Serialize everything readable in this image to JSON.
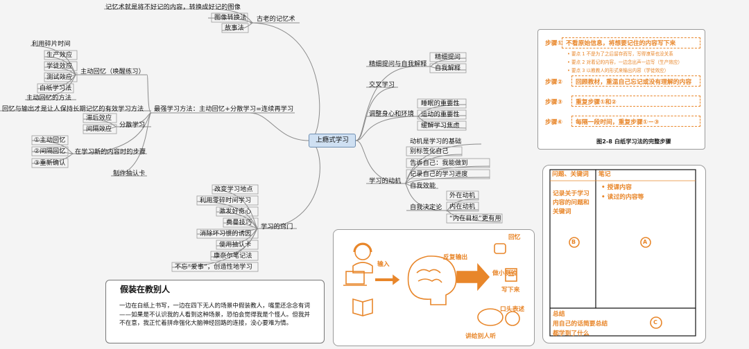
{
  "central": "上瘾式学习",
  "left": {
    "ancient": {
      "label": "古老的记忆术",
      "items": [
        "记忆术就是将不好记的内容，转换成好记的图像",
        "图像转换法",
        "故事法"
      ]
    },
    "strongest": {
      "label": "最强学习方法：主动回忆+分散学习=连续再学习",
      "active_recall": {
        "label": "主动回忆（唤醒练习）",
        "items": [
          "利用碎片时间",
          "生产效应",
          "学徒效应",
          "测试效应",
          "白纸学习法",
          "主动回忆的方法"
        ]
      },
      "principle": "回忆与输出才是让人保持长期记忆的有效学习方法",
      "spaced": {
        "label": "分散学习",
        "items": [
          "滞后效应",
          "间隔效应"
        ]
      },
      "steps": {
        "label": "在学习新的内容时的步骤",
        "items": [
          "①主动回忆",
          "②间隔回忆",
          "③重新确认"
        ]
      },
      "cards": "制作抽认卡"
    },
    "tips": {
      "label": "学习的窍门",
      "items": [
        "改变学习地点",
        "利用零碎时间学习",
        "激发好奇心",
        "费曼技巧",
        "消除坏习惯的诱因",
        "使用抽认卡",
        "康奈尔笔记法",
        "不忘“爱事”，创造性地学习"
      ]
    }
  },
  "right": {
    "elaboration": {
      "label": "精细提问与自我解释",
      "items": [
        "精细提问",
        "自我解释"
      ]
    },
    "interleaving": "交叉学习",
    "body": {
      "label": "调整身心和环境",
      "items": [
        "睡眠的重要性",
        "运动的重要性",
        "缓解学习焦虑"
      ]
    },
    "motivation": {
      "label": "学习的动机",
      "items": [
        "动机是学习的基础",
        "别标签化自己",
        "告诉自己：我能做到",
        "记录自己的学习进度",
        "自我效能"
      ],
      "self_determination": {
        "label": "自我决定论",
        "items": [
          "外在动机",
          "内在动机",
          "“内在目标”更有用"
        ]
      }
    }
  },
  "blank_paper": {
    "steps": [
      {
        "tag": "步骤①",
        "text": "不看原始信息，将想要记住的内容写下来"
      },
      {
        "tag": "步骤②",
        "text": "回顾教材，重温自己忘记或没有理解的内容"
      },
      {
        "tag": "步骤③",
        "text": "重复步骤①和②"
      },
      {
        "tag": "步骤④",
        "text": "每隔一段时间，重复步骤①－③"
      }
    ],
    "points": [
      "• 要点 1   不是为了之后留存而写，写得潦草也没关系",
      "• 要点 2   对着记的内容，一边念出声一边写（生产效应）",
      "• 要点 3   以教教人的形式来输出内容（学徒效应）"
    ],
    "caption": "图2-8 白纸学习法的完整步骤"
  },
  "output": {
    "input_label": "输入",
    "feedback_label": "反复输出",
    "recall": "回忆",
    "quiz": "做小测验",
    "write": "写下来",
    "speak": "口头表述",
    "teach": "讲给别人听"
  },
  "cornell": {
    "cue_header": "问题、关键词",
    "note_header": "笔记",
    "cue_text": "记录关于学习内容的问题和关键词",
    "notes": [
      "• 授课内容",
      "• 读过的内容等"
    ],
    "summary_lines": [
      "总结",
      "用自己的话简要总结",
      "都学到了什么"
    ],
    "labels": [
      "B",
      "A",
      "C"
    ]
  },
  "teach": {
    "title": "假装在教别人",
    "body": "一边在白纸上书写，一边在四下无人的场景中假装教人，嘴里还念念有词——如果是不认识我的人看到这种场景，恐怕会觉得我是个怪人。但我并不在意，我正忙着拼命强化大脑神经回路的连接，没心要难为情。"
  },
  "colors": {
    "accent": "#e8862a",
    "central_fill": "#cfe0f2",
    "central_border": "#6f8fb3"
  }
}
